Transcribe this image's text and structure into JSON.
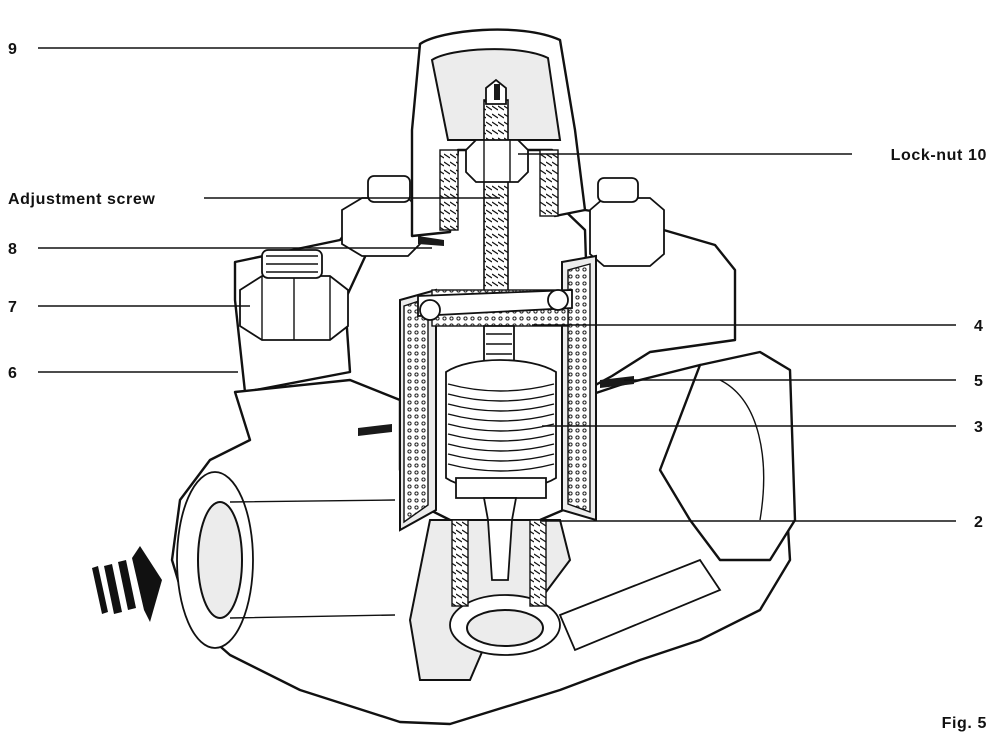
{
  "figure": {
    "caption": "Fig. 5",
    "callouts": {
      "c9": "9",
      "lock_nut": "Lock-nut 10",
      "adjustment_screw": "Adjustment screw",
      "c8": "8",
      "c7": "7",
      "c6": "6",
      "c4": "4",
      "c5": "5",
      "c3": "3",
      "c2": "2"
    }
  }
}
